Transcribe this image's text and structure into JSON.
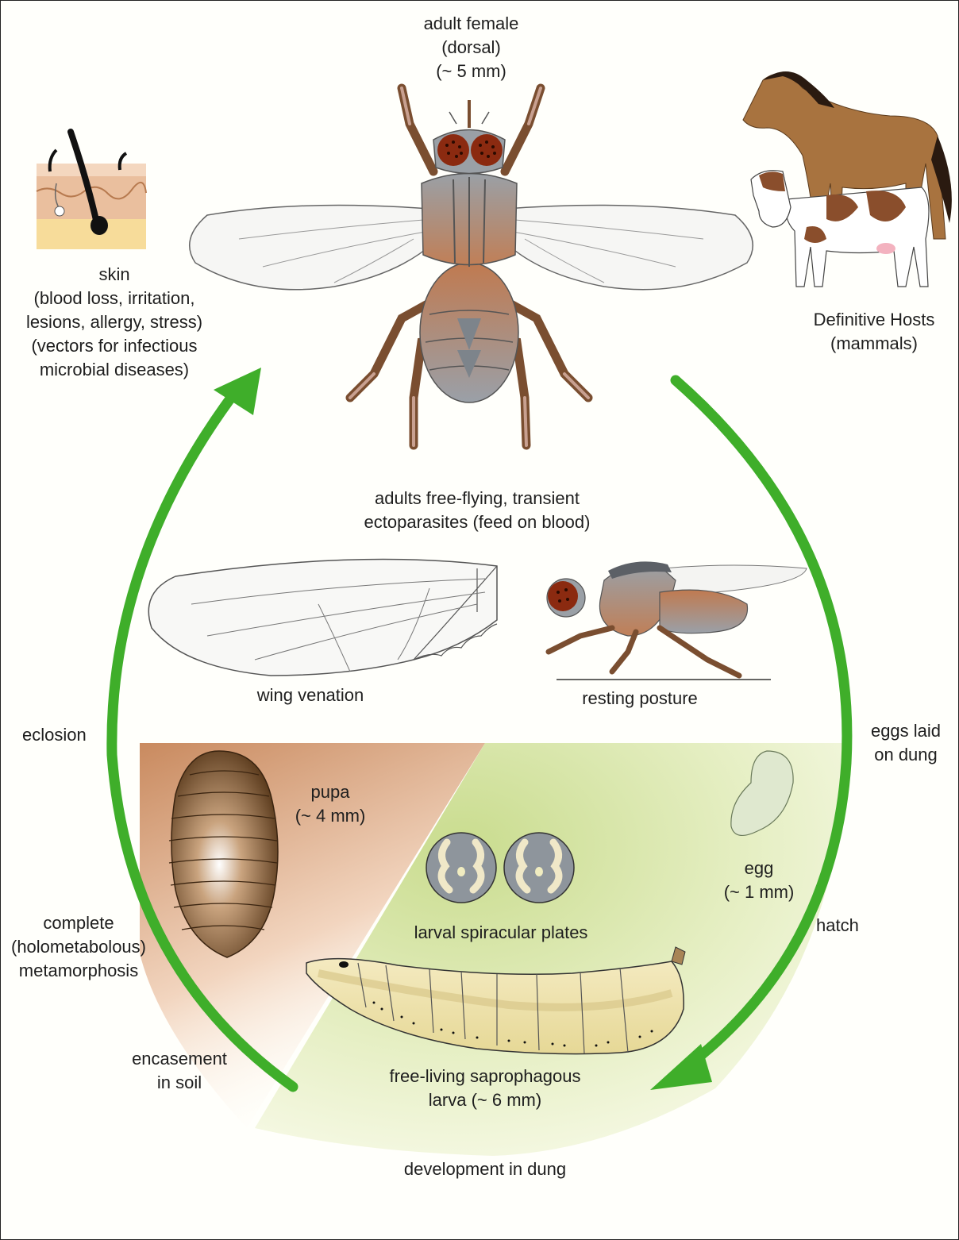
{
  "adult": {
    "line1": "adult female",
    "line2": "(dorsal)",
    "line3": "(~ 5 mm)"
  },
  "skin": {
    "line1": "skin",
    "line2": "(blood loss, irritation,",
    "line3": "lesions, allergy, stress)",
    "line4": "(vectors for infectious",
    "line5": "microbial diseases)"
  },
  "hosts": {
    "line1": "Definitive Hosts",
    "line2": "(mammals)"
  },
  "adults_behavior": {
    "line1": "adults free-flying, transient",
    "line2": "ectoparasites (feed on blood)"
  },
  "wing_venation": "wing venation",
  "resting_posture": "resting posture",
  "eclosion": "eclosion",
  "eggs_laid": {
    "line1": "eggs laid",
    "line2": "on dung"
  },
  "pupa": {
    "line1": "pupa",
    "line2": "(~ 4 mm)"
  },
  "egg": {
    "line1": "egg",
    "line2": "(~ 1 mm)"
  },
  "spiracular": "larval spiracular plates",
  "hatch": "hatch",
  "metamorphosis": {
    "line1": "complete",
    "line2": "(holometabolous)",
    "line3": "metamorphosis"
  },
  "encasement": {
    "line1": "encasement",
    "line2": "in soil"
  },
  "larva": {
    "line1": "free-living saprophagous",
    "line2": "larva (~ 6 mm)"
  },
  "development": "development in dung",
  "colors": {
    "arrow": "#3fae2a",
    "pupa_zone": "#d9956a",
    "dung_zone": "#d6e8a4",
    "fly_brown": "#8a5a3c",
    "fly_grey": "#8e959c",
    "horse": "#a8733f",
    "larva": "#f2e6b0"
  },
  "icons": [
    "skin-section-icon",
    "fly-dorsal-icon",
    "horse-icon",
    "cow-icon",
    "wing-icon",
    "fly-lateral-icon",
    "pupa-icon",
    "egg-icon",
    "spiracle-plate-icon",
    "larva-icon",
    "cycle-arrow-icon"
  ]
}
